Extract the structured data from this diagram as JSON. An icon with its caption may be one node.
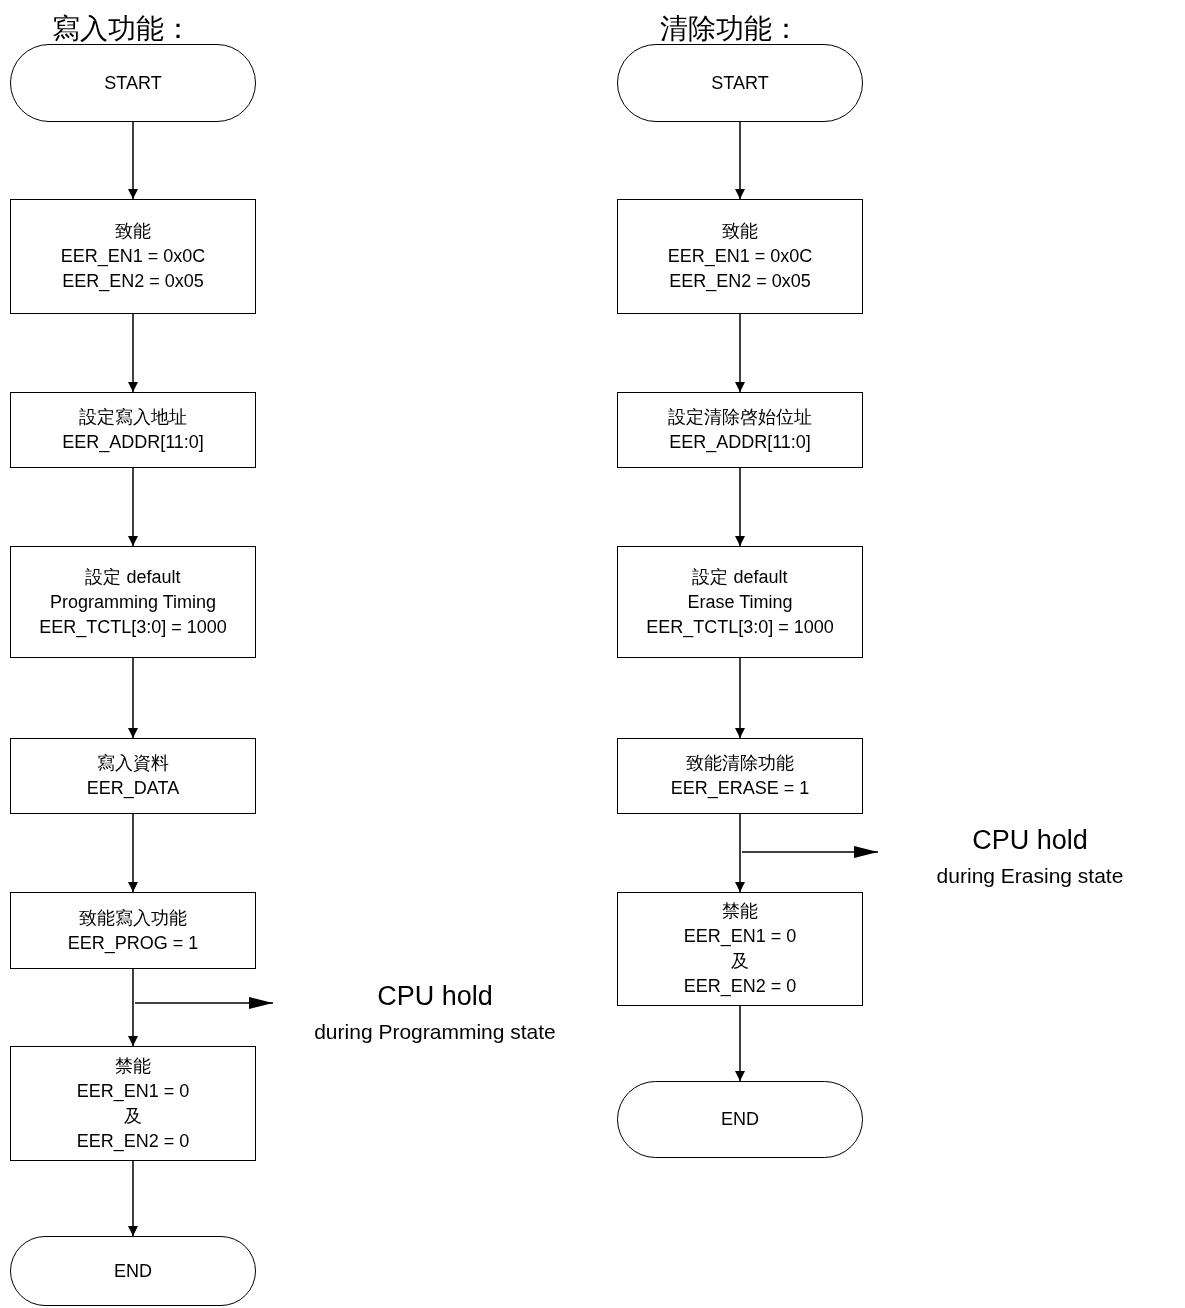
{
  "diagram": {
    "nodes": [
      {
        "text": [
          "START"
        ]
      },
      {
        "text": [
          "致能",
          "EER_EN1 = 0x0C",
          "EER_EN2 = 0x05"
        ]
      },
      {
        "text": [
          "設定寫入地址",
          "EER_ADDR[11:0]"
        ]
      },
      {
        "text": [
          "設定 default",
          "Programming Timing",
          "EER_TCTL[3:0] = 1000"
        ]
      },
      {
        "text": [
          "寫入資料",
          "EER_DATA"
        ]
      },
      {
        "text": [
          "致能寫入功能",
          "EER_PROG = 1"
        ]
      },
      {
        "text": [
          "禁能",
          "EER_EN1 = 0",
          "及",
          "EER_EN2 = 0"
        ]
      },
      {
        "text": [
          "END"
        ]
      },
      {
        "text": [
          "CPU hold",
          "during Programming state"
        ]
      },
      {
        "text": [
          "START"
        ]
      },
      {
        "text": [
          "致能",
          "EER_EN1 = 0x0C",
          "EER_EN2 = 0x05"
        ]
      },
      {
        "text": [
          "設定清除啓始位址",
          "EER_ADDR[11:0]"
        ]
      },
      {
        "text": [
          "設定 default",
          "Erase Timing",
          "EER_TCTL[3:0] = 1000"
        ]
      },
      {
        "text": [
          "致能清除功能",
          "EER_ERASE = 1"
        ]
      },
      {
        "text": [
          "禁能",
          "EER_EN1 = 0",
          "及",
          "EER_EN2 = 0"
        ]
      },
      {
        "text": [
          "END"
        ]
      },
      {
        "text": [
          "CPU hold",
          "during Erasing state"
        ]
      }
    ],
    "edges": [
      {
        "from": 0,
        "to": 1,
        "arrow": "to"
      },
      {
        "from": 1,
        "to": 2,
        "arrow": "to"
      },
      {
        "from": 2,
        "to": 3,
        "arrow": "to"
      },
      {
        "from": 3,
        "to": 4,
        "arrow": "to"
      },
      {
        "from": 4,
        "to": 5,
        "arrow": "to"
      },
      {
        "from": 5,
        "to": 6,
        "arrow": "to"
      },
      {
        "from": 6,
        "to": 7,
        "arrow": "to"
      },
      {
        "from": null,
        "to": 8,
        "arrow": "to"
      },
      {
        "from": 9,
        "to": 10,
        "arrow": "to"
      },
      {
        "from": 10,
        "to": 11,
        "arrow": "to"
      },
      {
        "from": 11,
        "to": 12,
        "arrow": "to"
      },
      {
        "from": 12,
        "to": 13,
        "arrow": "to"
      },
      {
        "from": 13,
        "to": 14,
        "arrow": "to"
      },
      {
        "from": 14,
        "to": 15,
        "arrow": "to"
      },
      {
        "from": null,
        "to": 16,
        "arrow": "to"
      }
    ],
    "labels": [
      "寫入功能：",
      "清除功能："
    ]
  }
}
